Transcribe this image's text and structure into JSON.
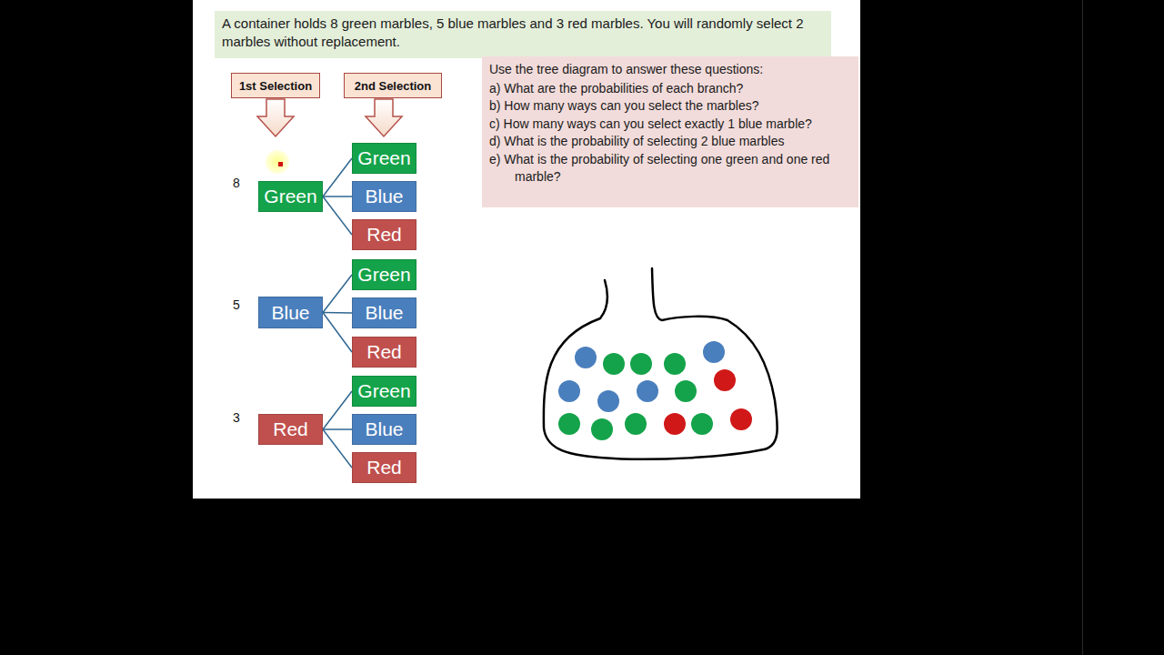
{
  "diagram": {
    "nodes": [
      {
        "text": [
          "A container holds 8 green marbles, 5 blue marbles and 3 red marbles. You will randomly select 2 marbles without replacement."
        ]
      },
      {
        "text": [
          "1st Selection"
        ]
      },
      {
        "text": [
          "2nd Selection"
        ]
      },
      {
        "text": [
          "Use the tree diagram to answer these questions:",
          "a) What are the probabilities of each branch?",
          "b) How many ways can you select the marbles?",
          "c) How many ways can you select exactly 1 blue marble?",
          "d) What is the probability of selecting 2 blue marbles",
          "e) What is the probability of selecting one green and one red marble?"
        ]
      },
      {
        "text": [
          "Green"
        ]
      },
      {
        "text": [
          "Green"
        ]
      },
      {
        "text": [
          "Blue"
        ]
      },
      {
        "text": [
          "Red"
        ]
      },
      {
        "text": [
          "Blue"
        ]
      },
      {
        "text": [
          "Green"
        ]
      },
      {
        "text": [
          "Blue"
        ]
      },
      {
        "text": [
          "Red"
        ]
      },
      {
        "text": [
          "Red"
        ]
      },
      {
        "text": [
          "Green"
        ]
      },
      {
        "text": [
          "Blue"
        ]
      },
      {
        "text": [
          "Red"
        ]
      }
    ],
    "edges": [
      {
        "from": 4,
        "to": 5,
        "arrow": "none"
      },
      {
        "from": 4,
        "to": 6,
        "arrow": "none"
      },
      {
        "from": 4,
        "to": 7,
        "arrow": "none"
      },
      {
        "from": 8,
        "to": 9,
        "arrow": "none"
      },
      {
        "from": 8,
        "to": 10,
        "arrow": "none"
      },
      {
        "from": 8,
        "to": 11,
        "arrow": "none"
      },
      {
        "from": 12,
        "to": 13,
        "arrow": "none"
      },
      {
        "from": 12,
        "to": 14,
        "arrow": "none"
      },
      {
        "from": 12,
        "to": 15,
        "arrow": "none"
      }
    ],
    "labels": [
      "8",
      "5",
      "3"
    ]
  }
}
